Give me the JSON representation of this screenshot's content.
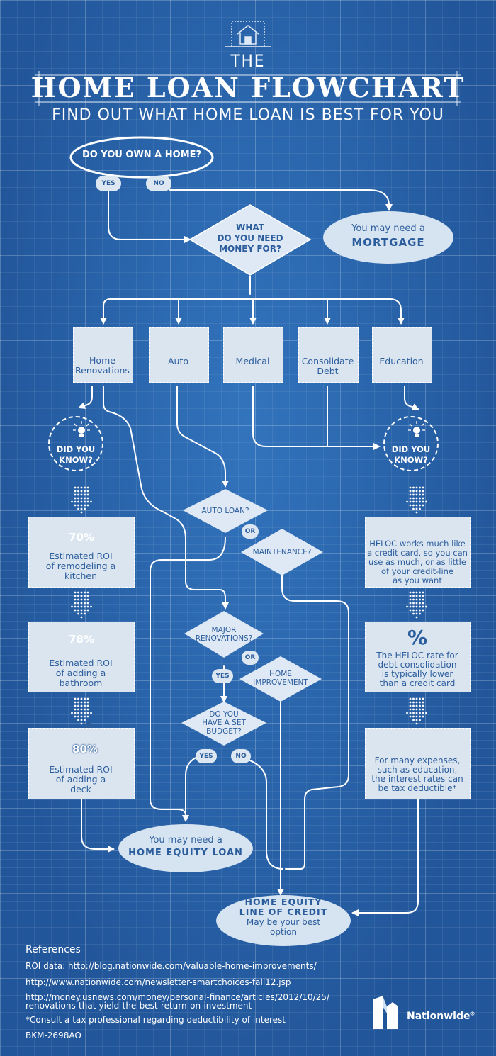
{
  "header": {
    "the": "THE",
    "title": "HOME LOAN FLOWCHART",
    "subtitle": "FIND OUT WHAT HOME LOAN IS BEST FOR YOU"
  },
  "question_own_home": "DO YOU OWN A HOME?",
  "answers": {
    "yes": "YES",
    "no": "NO",
    "or": "OR"
  },
  "mortgage": {
    "line1": "You may need a",
    "line2": "MORTGAGE"
  },
  "question_money_for": {
    "line1": "WHAT",
    "line2": "DO YOU NEED",
    "line3": "MONEY FOR?"
  },
  "categories": [
    {
      "label1": "Home",
      "label2": "Renovations",
      "icon": "house-icon"
    },
    {
      "label1": "Auto",
      "label2": "",
      "icon": "car-icon"
    },
    {
      "label1": "Medical",
      "label2": "",
      "icon": "medical-kit-icon"
    },
    {
      "label1": "Consolidate",
      "label2": "Debt",
      "icon": "dollar-icon"
    },
    {
      "label1": "Education",
      "label2": "",
      "icon": "graduation-cap-icon"
    }
  ],
  "did_you_know": {
    "line1": "DID YOU",
    "line2": "KNOW?"
  },
  "left_facts": [
    {
      "value": "70%",
      "line1": "Estimated ROI",
      "line2": "of remodeling a",
      "line3": "kitchen",
      "icon": "pot-icon"
    },
    {
      "value": "78%",
      "line1": "Estimated ROI",
      "line2": "of adding a",
      "line3": "bathroom",
      "icon": "bathtub-icon"
    },
    {
      "value": "80%",
      "line1": "Estimated ROI",
      "line2": "of adding a",
      "line3": "deck",
      "icon": "deck-icon"
    }
  ],
  "right_facts": [
    {
      "icon": "credit-card-icon",
      "line1": "HELOC works much like",
      "line2": "a credit card, so you can",
      "line3": "use as much, or as little",
      "line4": "of your credit-line",
      "line5": "as you want"
    },
    {
      "icon": "percent-icon",
      "symbol": "%",
      "line1": "The HELOC rate for",
      "line2": "debt consolidation",
      "line3": "is typically lower",
      "line4": "than a credit card"
    },
    {
      "icon": "graduation-cap-icon",
      "line1": "For many expenses,",
      "line2": "such as education,",
      "line3": "the interest rates can",
      "line4": "be tax deductible*"
    }
  ],
  "decisions": {
    "auto_loan": "AUTO LOAN?",
    "maintenance": "MAINTENANCE?",
    "major_renovations": {
      "line1": "MAJOR",
      "line2": "RENOVATIONS?"
    },
    "home_improvement": {
      "line1": "HOME",
      "line2": "IMPROVEMENT"
    },
    "set_budget": {
      "line1": "DO YOU",
      "line2": "HAVE A SET",
      "line3": "BUDGET?"
    }
  },
  "outcome_home_equity_loan": {
    "line1": "You may need a",
    "line2": "HOME EQUITY LOAN"
  },
  "outcome_heloc": {
    "line1": "HOME EQUITY",
    "line2": "LINE OF CREDIT",
    "line3": "May be your best",
    "line4": "option"
  },
  "references": {
    "heading": "References",
    "line1": "ROI data: http://blog.nationwide.com/valuable-home-improvements/",
    "line2": "http://www.nationwide.com/newsletter-smartchoices-fall12.jsp",
    "line3a": "http://money.usnews.com/money/personal-finance/articles/2012/10/25/",
    "line3b": "renovations-that-yield-the-best-return-on-investment",
    "line4": "*Consult a tax professional regarding deductibility of interest",
    "line5": "BKM-2698AO"
  },
  "brand": {
    "name": "Nationwide",
    "mark": "®"
  },
  "colors": {
    "background": "#2a63a8",
    "panel": "#dbe5f0",
    "text_dark": "#2b5d9c",
    "line": "#ffffff"
  }
}
